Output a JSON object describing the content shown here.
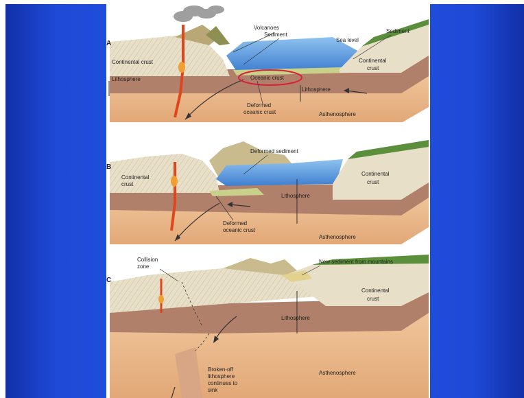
{
  "panels": [
    {
      "letter": "A",
      "labels": {
        "volcanoes": "Volcanoes",
        "sediment": "Sediment",
        "sediment_right": "Sediment",
        "sea_level": "Sea level",
        "continental_crust_left": "Continental crust",
        "continental_crust_right_1": "Continental",
        "continental_crust_right_2": "crust",
        "lithosphere_left": "Lithosphere",
        "oceanic_crust": "Oceanic crust",
        "lithosphere_center": "Lithosphere",
        "deformed_1": "Deformed",
        "deformed_2": "oceanic crust",
        "asthenosphere": "Asthenosphere"
      }
    },
    {
      "letter": "B",
      "labels": {
        "deformed_sediment": "Deformed sediment",
        "continental_left_1": "Continental",
        "continental_left_2": "crust",
        "continental_right_1": "Continental",
        "continental_right_2": "crust",
        "lithosphere": "Lithosphere",
        "deformed_1": "Deformed",
        "deformed_2": "oceanic crust",
        "asthenosphere": "Asthenosphere"
      }
    },
    {
      "letter": "C",
      "labels": {
        "collision_1": "Collision",
        "collision_2": "zone",
        "new_sediment": "New sediment from mountains",
        "continental_1": "Continental",
        "continental_2": "crust",
        "lithosphere": "Lithosphere",
        "asthenosphere": "Asthenosphere",
        "broken_1": "Broken-off",
        "broken_2": "lithosphere",
        "broken_3": "continues to",
        "broken_4": "sink"
      }
    }
  ],
  "colors": {
    "background_blue": "#2552e3",
    "ocean": "#5f9fe0",
    "asthenosphere": "#e9b98b",
    "lithosphere": "#a97a66",
    "crust": "#e8dfc8",
    "grass": "#5b8f3c",
    "magma": "#e0461e",
    "highlight": "#d8203a"
  }
}
